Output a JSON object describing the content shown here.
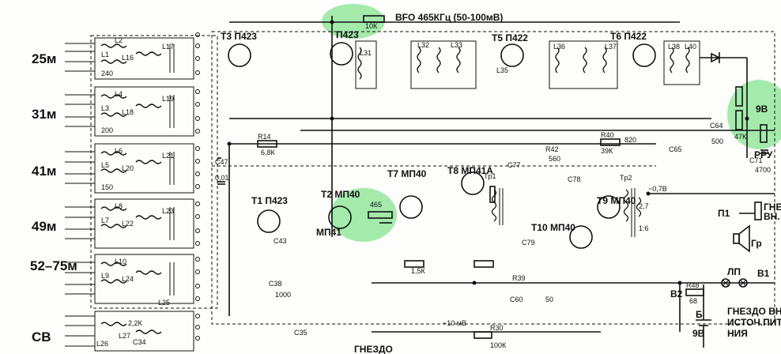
{
  "bands": [
    "25м",
    "31м",
    "41м",
    "49м",
    "52–75м",
    "СВ"
  ],
  "top": {
    "bfo": "BFO 465КГц (50-100мВ)",
    "r10k": "10К"
  },
  "transistors": {
    "t3": "Т3 П423",
    "p423": "П423",
    "t5": "Т5 П422",
    "t6": "Т6 П422",
    "t1": "Т1 П423",
    "t2": "Т2 МП40",
    "mp41": "МП41",
    "t7": "Т7 МП40",
    "t8": "Т8 МП41А",
    "t9": "Т9 МП40",
    "t10": "Т10 МП40"
  },
  "parts": {
    "l2": "L2",
    "l1": "L1",
    "l16": "L16",
    "l17": "L17",
    "l4": "L4",
    "l3": "L3",
    "l18": "L18",
    "l19": "L19",
    "l6": "L6",
    "l5": "L5",
    "l20": "L20",
    "l21": "L21",
    "l8": "L8",
    "l7": "L7",
    "l22": "L22",
    "l23": "L23",
    "l10": "L10",
    "l9": "L9",
    "l24": "L24",
    "l25": "L25",
    "l26": "L26",
    "l27": "L27",
    "l31": "L31",
    "l32": "L32",
    "l33": "L33",
    "l35": "L35",
    "l36": "L36",
    "l37": "L37",
    "l38": "L38",
    "l40": "L40",
    "r14": "R14",
    "r40": "R40",
    "r42": "R42",
    "r39": "R39",
    "r48": "R48",
    "r30": "R30",
    "tr1": "Tp1",
    "tr2": "Tp2",
    "c47": "C47",
    "c71": "C71",
    "c64": "C64",
    "c65": "C65",
    "c77": "C77",
    "c78": "C78",
    "c60": "C60",
    "c79": "C79",
    "c34": "C34",
    "c35": "C35",
    "c38": "C38",
    "c43": "C43"
  },
  "values": {
    "v465": "465",
    "v50": "50",
    "v500": "500",
    "v4700": "4700",
    "v1000": "1000",
    "v6_8k": "6,8К",
    "v39k": "39К",
    "v560": "560",
    "v820": "820",
    "v47k": "47К",
    "v15k": "1,5К",
    "v2_2k": "2,2К",
    "v100k": "100К",
    "v10mv": "~10 мВ",
    "v07v": "~0,7В",
    "v9v": "9В",
    "v68": "68",
    "v0_01": "0,01",
    "v200": "200",
    "v150": "150",
    "v240": "240",
    "v1_6": "1:6",
    "v2_7": "2,7"
  },
  "misc": {
    "pru": "РРУ",
    "p1": "П1",
    "gr": "Гр",
    "gnezdo": "ГНЕЗД",
    "vn": "ВН.",
    "lp": "ЛП",
    "v1": "В1",
    "v2": "В2",
    "b": "Б",
    "b9": "9В",
    "gnezdo_power": "ГНЕЗДО ВН",
    "istoch": "ИСТОЧ.ПИТ",
    "niya": "НИЯ",
    "gnezdo_bottom": "ГНЕЗДО"
  },
  "highlight_color": "#35d24a"
}
